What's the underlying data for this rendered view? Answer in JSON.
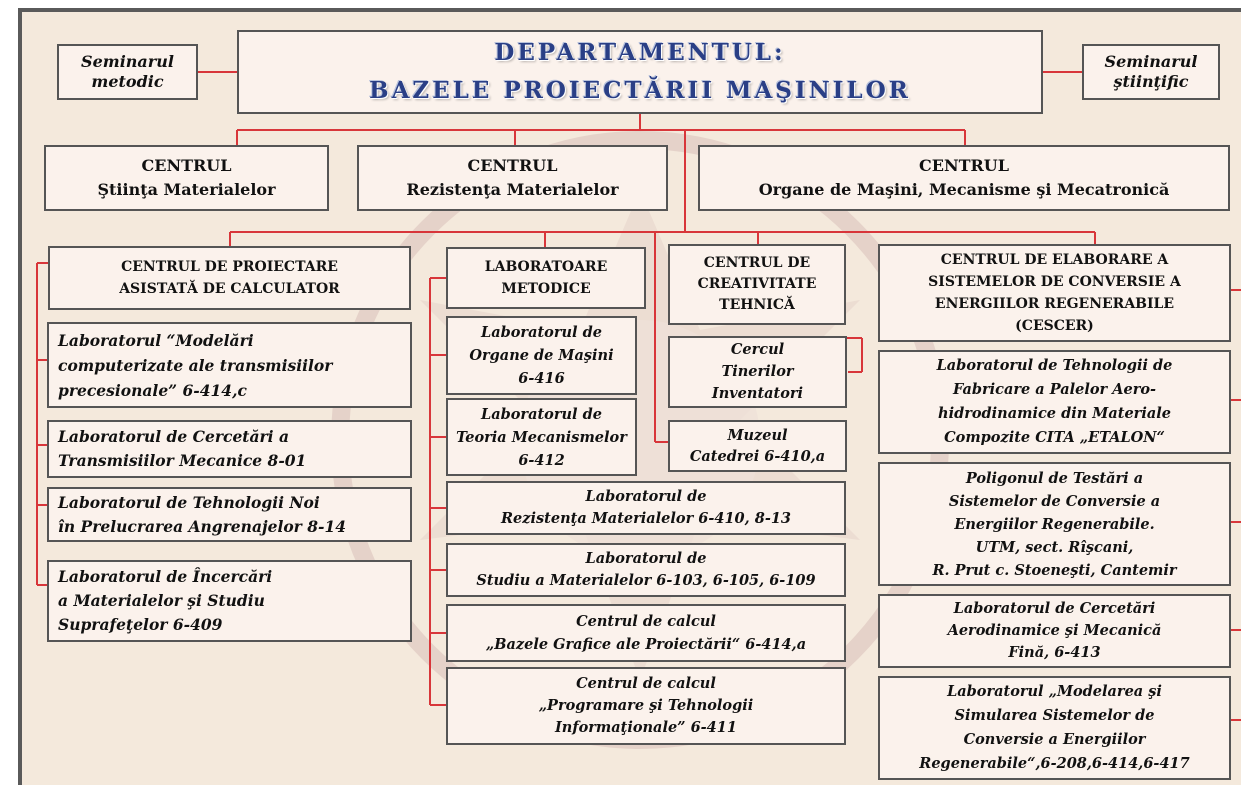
{
  "header": {
    "title": "DEPARTAMENTUL:\nBAZELE PROIECTĂRII MAŞINILOR",
    "left_seminar": "Seminarul\nmetodic",
    "right_seminar": "Seminarul\nştiinţific"
  },
  "centers": [
    "CENTRUL\nŞtiinţa Materialelor",
    "CENTRUL\nRezistenţa Materialelor",
    "CENTRUL\nOrgane de Maşini, Mecanisme şi Mecatronică"
  ],
  "col1": {
    "header": "CENTRUL DE PROIECTARE\nASISTATĂ DE CALCULATOR",
    "items": [
      "Laboratorul “Modelări\ncomputerizate ale transmisiilor\nprecesionale” 6-414,c",
      "Laboratorul de Cercetări a\nTransmisiilor Mecanice 8-01",
      "Laboratorul de Tehnologii Noi\nîn Prelucrarea Angrenajelor 8-14",
      "Laboratorul de Încercări\na Materialelor şi Studiu\nSuprafeţelor 6-409"
    ]
  },
  "col2": {
    "header": "LABORATOARE\nMETODICE",
    "items": [
      "Laboratorul de\nOrgane de Maşini\n6-416",
      "Laboratorul de\nTeoria Mecanismelor\n6-412",
      "Laboratorul de\nRezistenţa Materialelor 6-410, 8-13",
      "Laboratorul de\nStudiu a Materialelor 6-103, 6-105, 6-109",
      "Centrul de calcul\n„Bazele Grafice ale Proiectării“ 6-414,a",
      "Centrul de calcul\n„Programare şi Tehnologii\nInformaţionale” 6-411"
    ]
  },
  "col3": {
    "header": "CENTRUL DE\nCREATIVITATE\nTEHNICĂ",
    "items": [
      "Cercul\nTinerilor\nInventatori",
      "Muzeul\nCatedrei 6-410,a"
    ]
  },
  "col4": {
    "header": "CENTRUL DE ELABORARE A\nSISTEMELOR DE CONVERSIE A\nENERGIILOR REGENERABILE\n(CESCER)",
    "items": [
      "Laboratorul de Tehnologii de\nFabricare a Palelor Aero-\nhidrodinamice din Materiale\nCompozite CITA „ETALON“",
      "Poligonul de Testări a\nSistemelor de Conversie a\nEnergiilor Regenerabile.\nUTM, sect. Rîşcani,\nR. Prut c. Stoeneşti, Cantemir",
      "Laboratorul de Cercetări\nAerodinamice şi Mecanică\nFină, 6-413",
      "Laboratorul „Modelarea şi\nSimularea Sistemelor de\nConversie a Energiilor\nRegenerabile“,6-208,6-414,6-417"
    ]
  },
  "colors": {
    "background": "#f4e9dc",
    "box_fill": "#fbf2ec",
    "box_border": "#555555",
    "connector": "#d8363a",
    "title_text": "#2a3f86",
    "watermark": "#e3cfc6"
  }
}
